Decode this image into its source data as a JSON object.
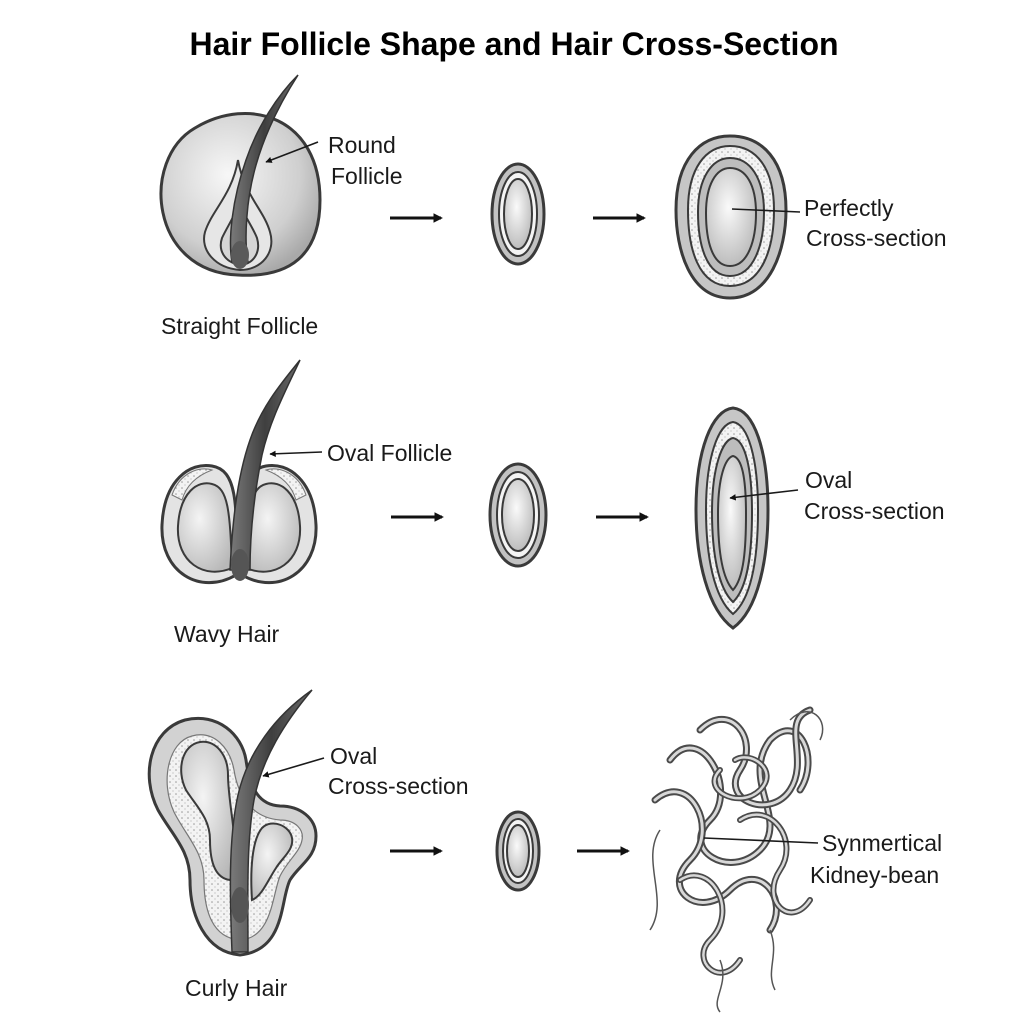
{
  "title": "Hair Follicle Shape and Hair Cross-Section",
  "rows": [
    {
      "follicle_label": [
        "Round",
        "Follicle"
      ],
      "type_label": "Straight Follicle",
      "result_label": [
        "Perfectly",
        "Cross-section"
      ]
    },
    {
      "follicle_label": [
        "Oval Follicle"
      ],
      "type_label": "Wavy Hair",
      "result_label": [
        "Oval",
        "Cross-section"
      ]
    },
    {
      "follicle_label": [
        "Oval",
        "Cross-section"
      ],
      "type_label": "Curly Hair",
      "result_label": [
        "Synmertical",
        "Kidney-bean"
      ]
    }
  ],
  "colors": {
    "outline": "#3a3a3a",
    "fill_light": "#f2f2f2",
    "fill_mid": "#c9c9c9",
    "fill_dark": "#9a9a9a",
    "hair_shaft": "#4a4a4a"
  }
}
